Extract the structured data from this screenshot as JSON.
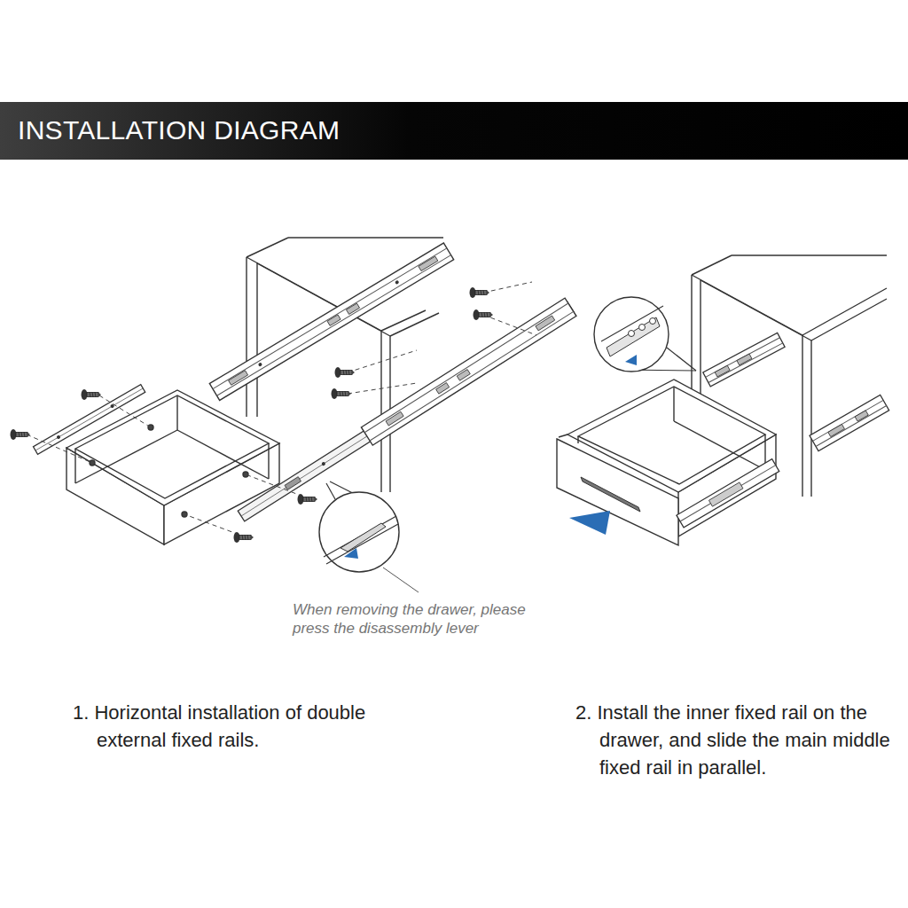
{
  "diagram": {
    "title": "INSTALLATION DIAGRAM",
    "labels": [
      "When removing the drawer, please press the disassembly lever",
      "1. Horizontal installation of double external fixed rails.",
      "2. Install the inner fixed rail on the drawer, and slide the main middle fixed rail in parallel."
    ]
  }
}
